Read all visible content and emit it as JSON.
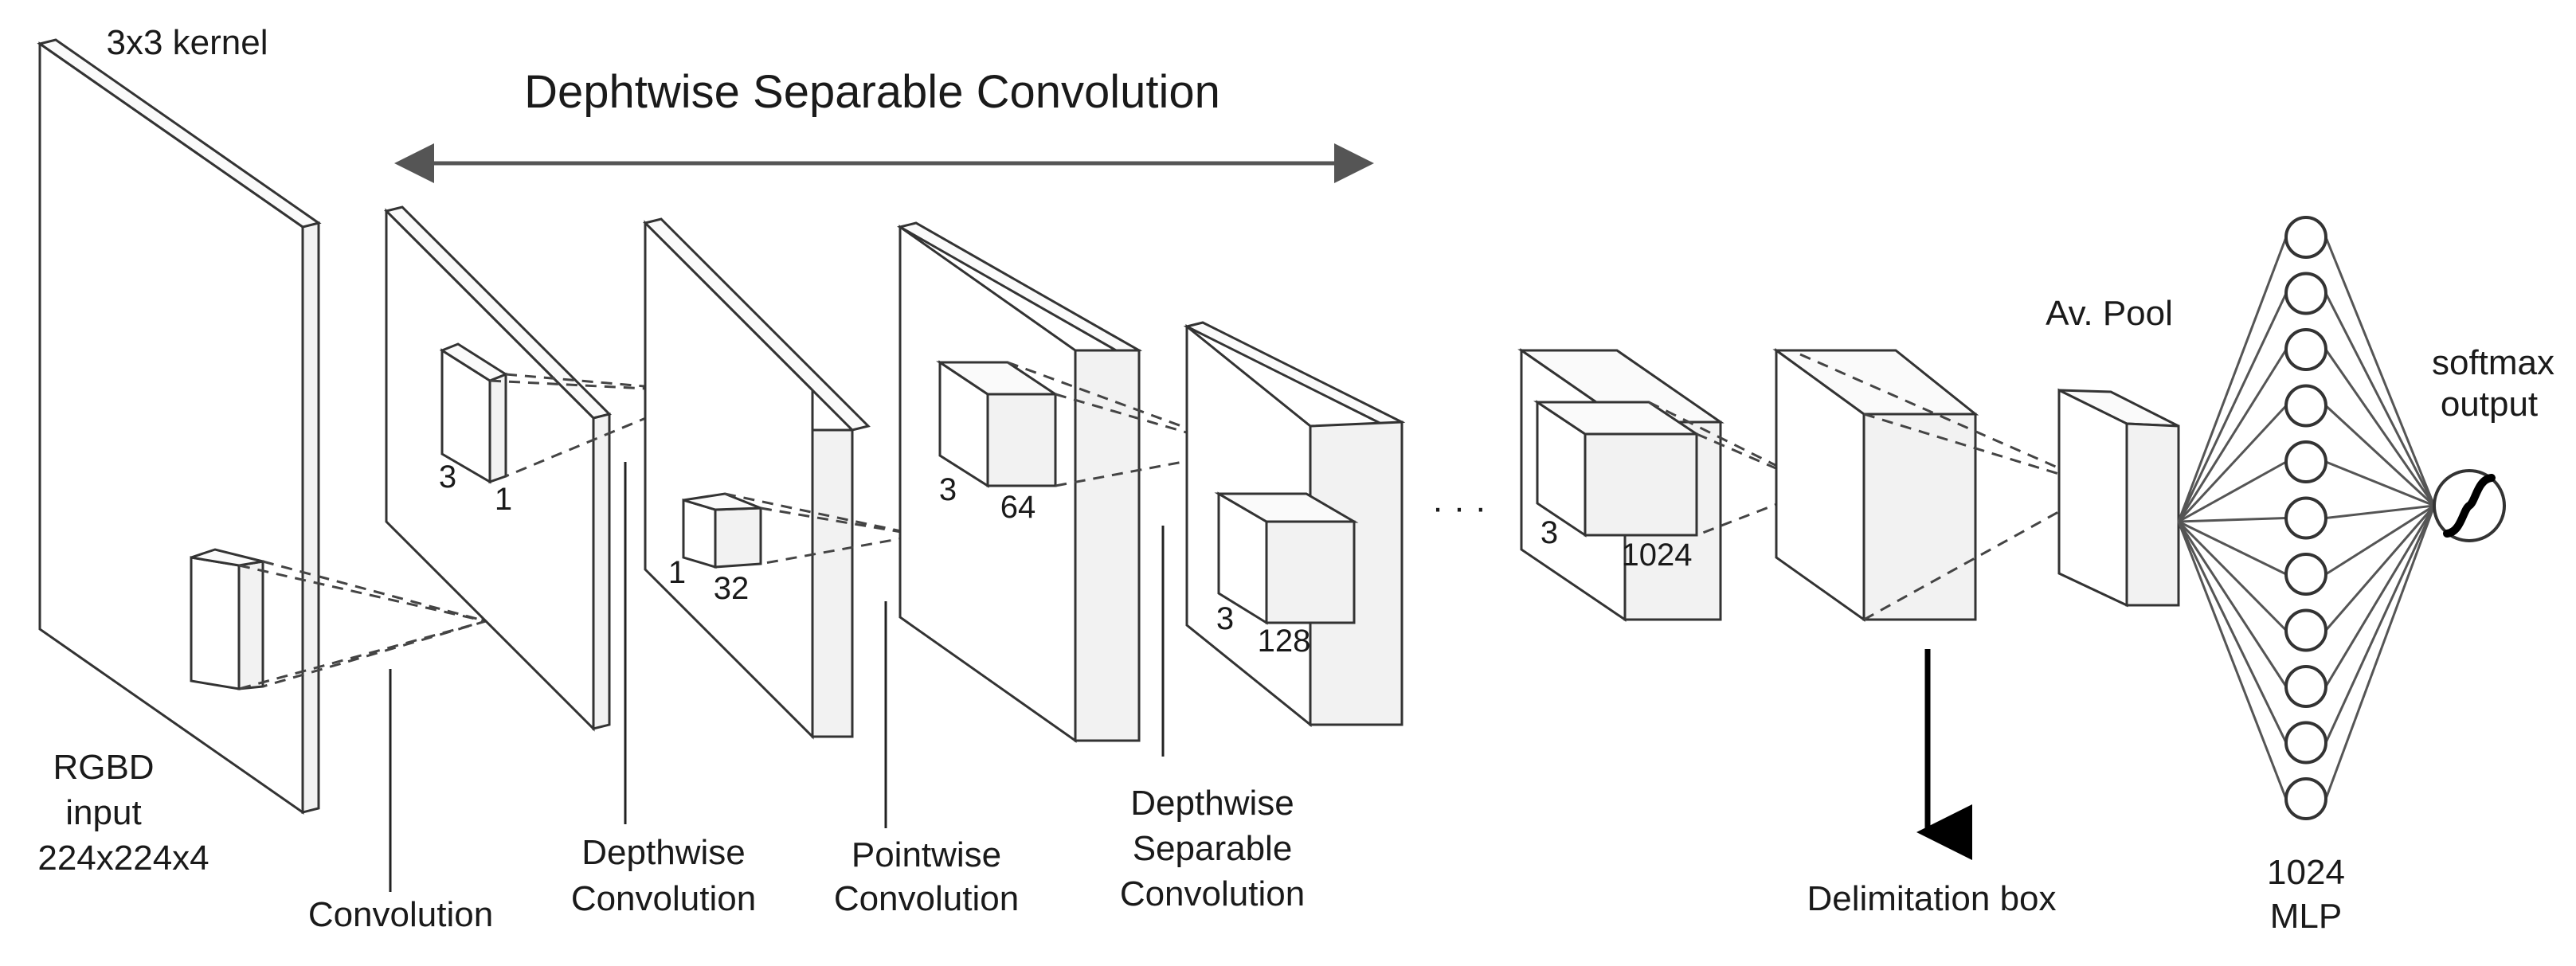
{
  "labels": {
    "kernel": "3x3 kernel",
    "dsc_title": "Dephtwise Separable Convolution",
    "rgbd_1": "RGBD",
    "rgbd_2": "input",
    "rgbd_3": "224x224x4",
    "convolution": "Convolution",
    "depthwise_1": "Depthwise",
    "depthwise_2": "Convolution",
    "pointwise_1": "Pointwise",
    "pointwise_2": "Convolution",
    "dsep_1": "Depthwise",
    "dsep_2": "Separable",
    "dsep_3": "Convolution",
    "ellipsis": "· · ·",
    "delimitation": "Delimitation box",
    "avpool": "Av. Pool",
    "softmax_1": "softmax",
    "softmax_2": "output",
    "mlp_1": "1024",
    "mlp_2": "MLP"
  },
  "dims": {
    "c1_a": "3",
    "c1_b": "1",
    "c2_a": "1",
    "c2_b": "32",
    "c3_a": "3",
    "c3_b": "64",
    "c4_a": "3",
    "c4_b": "128",
    "c5_a": "3",
    "c5_b": "1024"
  },
  "mlp_nodes": 11
}
